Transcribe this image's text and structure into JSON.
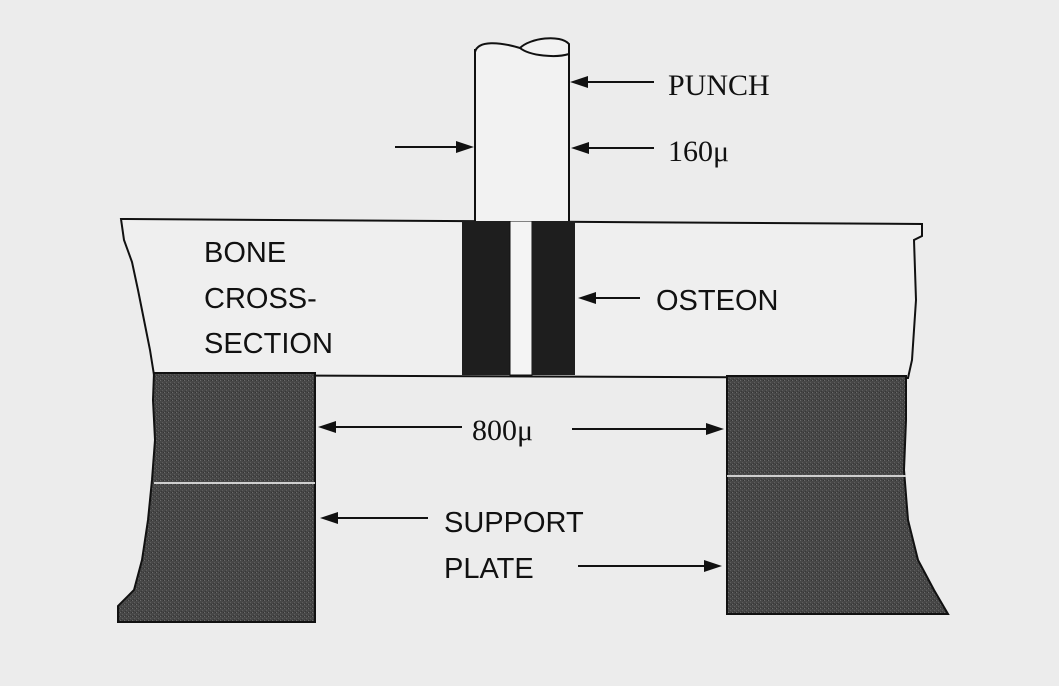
{
  "labels": {
    "punch": "PUNCH",
    "punch_width": "160μ",
    "bone_line1": "BONE",
    "bone_line2": "CROSS-",
    "bone_line3": "SECTION",
    "osteon": "OSTEON",
    "gap_width": "800μ",
    "support_line1": "SUPPORT",
    "support_line2": "PLATE"
  },
  "colors": {
    "background": "#ececec",
    "ink": "#111111",
    "support_fill": "#4a4a4a",
    "osteon_dark": "#1e1e1e",
    "bone_fill": "#efefef"
  }
}
